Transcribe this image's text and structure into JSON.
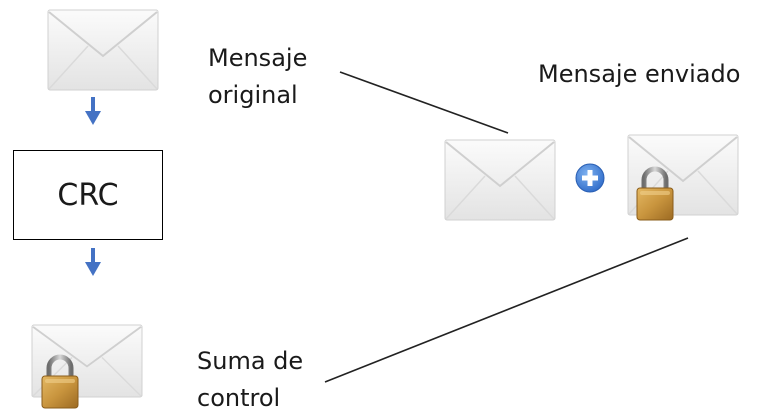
{
  "diagram": {
    "crc_box_label": "CRC",
    "label_original_message": [
      "Mensaje",
      "original"
    ],
    "label_sent_message": "Mensaje enviado",
    "label_checksum": [
      "Suma de",
      "control"
    ]
  },
  "icons": {
    "envelope": "envelope-icon",
    "padlock": "padlock-icon",
    "arrow": "arrow-down-icon",
    "plus": "plus-circle-icon"
  },
  "colors": {
    "arrow": "#4472c4",
    "plus_circle": "#3a78d6",
    "padlock_body": "#c9953e",
    "envelope_face": "#f2f2f2"
  }
}
